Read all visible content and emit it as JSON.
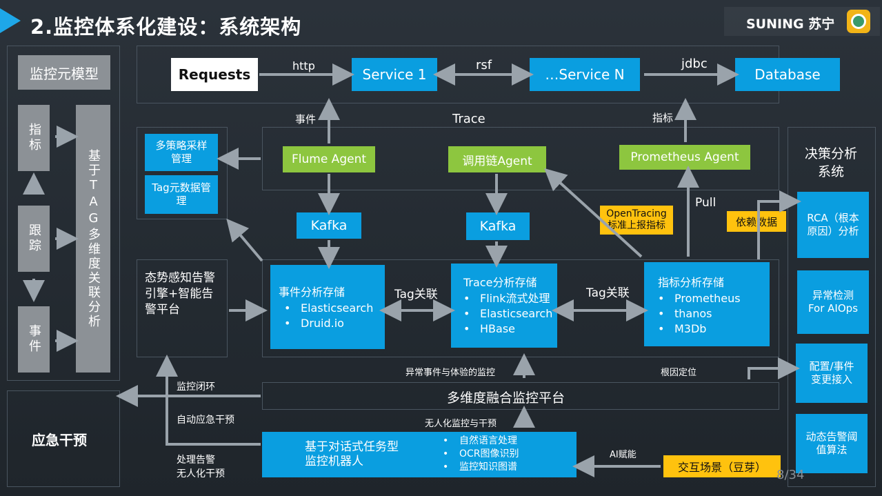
{
  "header": {
    "title": "2.监控体系化建设：系统架构",
    "brand": "SUNING 苏宁"
  },
  "left": {
    "model_title": "监控元模型",
    "items": [
      "指标",
      "跟踪",
      "事件"
    ],
    "tag_box": "基于TAG多维度关联分析",
    "emergency": "应急干预"
  },
  "top": {
    "requests": "Requests",
    "service1": "Service 1",
    "serviceN": "…Service N",
    "database": "Database",
    "http": "http",
    "rsf": "rsf",
    "jdbc": "jdbc"
  },
  "mid_labels": {
    "event": "事件",
    "trace": "Trace",
    "metric": "指标",
    "pull": "Pull"
  },
  "agents": {
    "flume": "Flume Agent",
    "trace_agent": "调用链Agent",
    "prometheus_agent": "Prometheus Agent"
  },
  "left_mgmt": {
    "strategy": "多策略采样管理",
    "tag_meta": "Tag元数据管理"
  },
  "kafka": [
    "Kafka",
    "Kafka"
  ],
  "opentracing": "OpenTracing标准上报指标",
  "dependency": "依赖数据",
  "alert_platform": "态势感知告警引擎+智能告警平台",
  "storage": {
    "event": {
      "title": "事件分析存储",
      "items": [
        "Elasticsearch",
        "Druid.io"
      ]
    },
    "trace": {
      "title": "Trace分析存储",
      "items": [
        "Flink流式处理",
        "Elasticsearch",
        "HBase"
      ]
    },
    "metric": {
      "title": "指标分析存储",
      "items": [
        "Prometheus",
        "thanos",
        "M3Db"
      ]
    }
  },
  "tag_link": [
    "Tag关联",
    "Tag关联"
  ],
  "decision": {
    "title": "决策分析系统",
    "items": [
      "RCA（根本原因）分析",
      "异常检测 For AIOps",
      "配置/事件变更接入",
      "动态告警阈值算法"
    ]
  },
  "bottom": {
    "abnormal": "异常事件与体验的监控",
    "root_cause": "根因定位",
    "platform": "多维度融合监控平台",
    "closed_loop": "监控闭环",
    "auto_intervene": "自动应急干预",
    "handle_alert": "处理告警",
    "unmanned_intervene": "无人化干预",
    "unmanned_monitor": "无人化监控与干预",
    "robot": "基于对话式任务型监控机器人",
    "robot_items": [
      "自然语言处理",
      "OCR图像识别",
      "监控知识图谱"
    ],
    "ai_enable": "AI赋能",
    "interaction": "交互场景（豆芽）",
    "page": "8/34"
  },
  "colors": {
    "blue": "#0a9ee0",
    "green": "#8dc63f",
    "yellow": "#ffc20e",
    "grey": "#8c9196"
  }
}
